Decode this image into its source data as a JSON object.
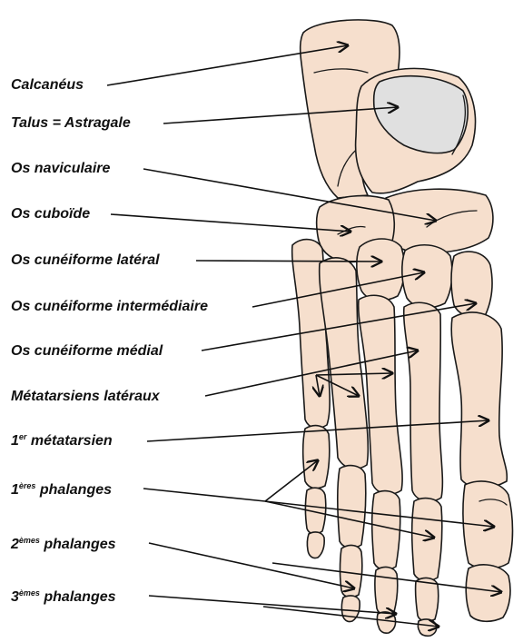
{
  "labels": {
    "calcaneus": "Calcanéus",
    "talus": "Talus = Astragale",
    "naviculaire": "Os naviculaire",
    "cuboide": "Os cuboïde",
    "cuneiforme_lateral": "Os cunéiforme latéral",
    "cuneiforme_intermediaire": "Os cunéiforme intermédiaire",
    "cuneiforme_medial": "Os cunéiforme médial",
    "metatarsiens_lateraux": "Métatarsiens latéraux",
    "premier_metatarsien": {
      "pre": "1",
      "sup": "er",
      "post": " métatarsien"
    },
    "premieres_phalanges": {
      "pre": "1",
      "sup": "ères",
      "post": " phalanges"
    },
    "deuxiemes_phalanges": {
      "pre": "2",
      "sup": "èmes",
      "post": " phalanges"
    },
    "troisiemes_phalanges": {
      "pre": "3",
      "sup": "èmes",
      "post": " phalanges"
    }
  },
  "colors": {
    "bone": "#f6dfcd",
    "talus_surface": "#e0e0e0",
    "outline": "#1a1a1a",
    "text": "#111111"
  }
}
